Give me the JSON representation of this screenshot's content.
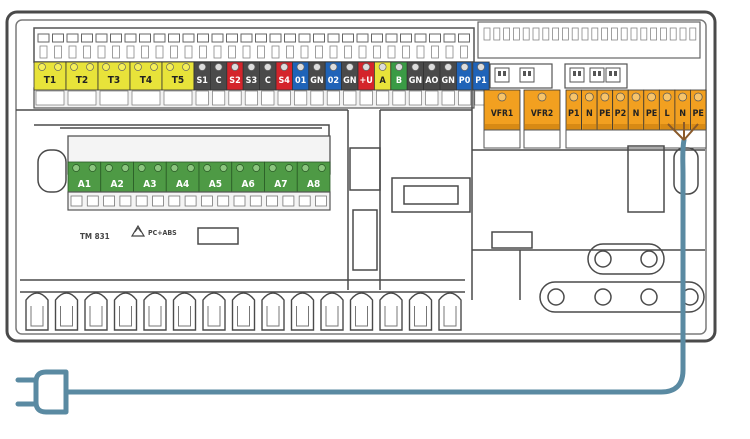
{
  "device": {
    "model": "TM 831",
    "material_mark": "PC+ABS"
  },
  "terminal_strip_top": [
    {
      "label": "T1",
      "color": "#e8e33a"
    },
    {
      "label": "T2",
      "color": "#e8e33a"
    },
    {
      "label": "T3",
      "color": "#e8e33a"
    },
    {
      "label": "T4",
      "color": "#e8e33a"
    },
    {
      "label": "T5",
      "color": "#e8e33a"
    },
    {
      "label": "S1",
      "color": "#4a4a4a"
    },
    {
      "label": "C",
      "color": "#4a4a4a"
    },
    {
      "label": "S2",
      "color": "#d4242b"
    },
    {
      "label": "S3",
      "color": "#4a4a4a"
    },
    {
      "label": "C",
      "color": "#4a4a4a"
    },
    {
      "label": "S4",
      "color": "#d4242b"
    },
    {
      "label": "01",
      "color": "#1f63b8"
    },
    {
      "label": "GN",
      "color": "#4a4a4a"
    },
    {
      "label": "02",
      "color": "#1f63b8"
    },
    {
      "label": "GN",
      "color": "#4a4a4a"
    },
    {
      "label": "+U",
      "color": "#d4242b"
    },
    {
      "label": "A",
      "color": "#e8e33a"
    },
    {
      "label": "B",
      "color": "#3a9b45"
    },
    {
      "label": "GN",
      "color": "#4a4a4a"
    },
    {
      "label": "AO",
      "color": "#4a4a4a"
    },
    {
      "label": "GN",
      "color": "#4a4a4a"
    },
    {
      "label": "P0",
      "color": "#1f63b8"
    },
    {
      "label": "P1",
      "color": "#1f63b8"
    }
  ],
  "terminal_strip_actuators": [
    "A1",
    "A2",
    "A3",
    "A4",
    "A5",
    "A6",
    "A7",
    "A8"
  ],
  "terminal_strip_power": [
    "VFR1",
    "VFR2",
    "P1",
    "N",
    "PE",
    "P2",
    "N",
    "PE",
    "L",
    "N",
    "PE"
  ],
  "colors": {
    "housing_stroke": "#4a4a4a",
    "cable": "#5a8aa2",
    "yellow": "#e8e33a",
    "green": "#4e9a45",
    "orange": "#f2a020",
    "dark_grey": "#4a4a4a",
    "red": "#d4242b",
    "blue": "#1f63b8"
  },
  "icons": [
    "recycle-icon",
    "power-plug-icon"
  ]
}
